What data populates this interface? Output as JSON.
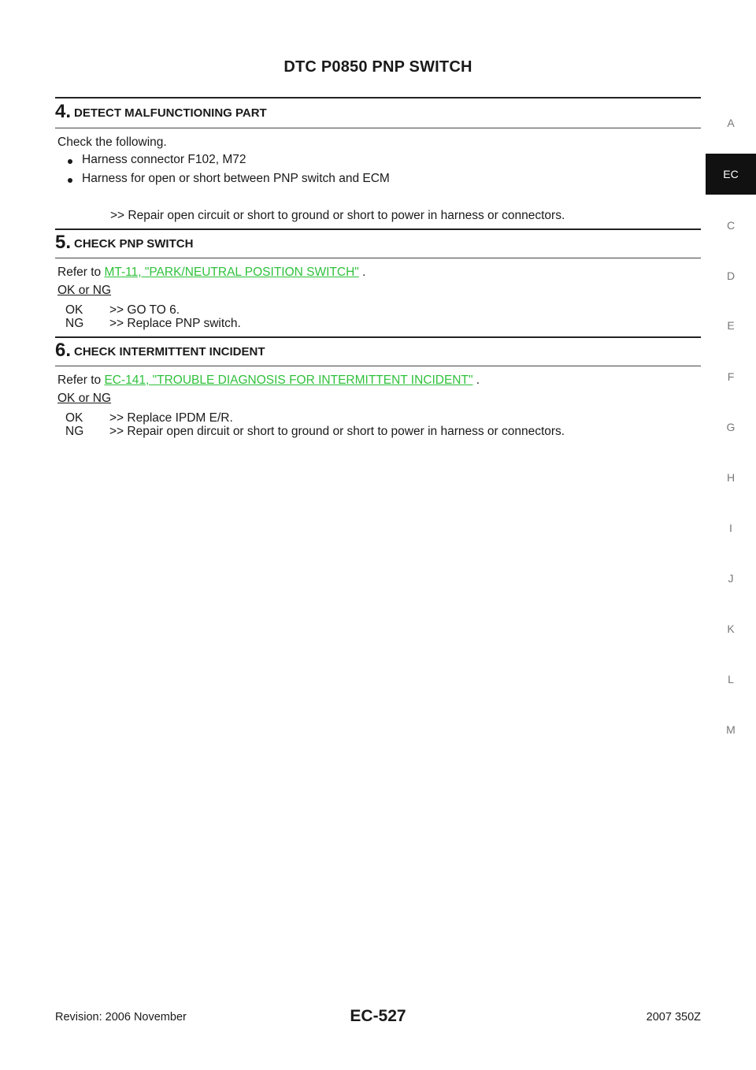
{
  "header": {
    "title": "DTC P0850 PNP SWITCH"
  },
  "steps": [
    {
      "num": "4.",
      "title": "DETECT MALFUNCTIONING PART",
      "intro": "Check the following.",
      "bullets": [
        "Harness connector F102, M72",
        "Harness for open or short between PNP switch and ECM"
      ],
      "result": ">> Repair open circuit or short to ground or short to power in harness or connectors."
    },
    {
      "num": "5.",
      "title": "CHECK PNP SWITCH",
      "refer_prefix": "Refer to ",
      "refer_link": "MT-11, \"PARK/NEUTRAL POSITION SWITCH\"",
      "refer_suffix": " .",
      "okng_label": "OK or NG",
      "ok_key": "OK",
      "ok_value": ">> GO TO 6.",
      "ng_key": "NG",
      "ng_value": ">> Replace PNP switch."
    },
    {
      "num": "6.",
      "title": "CHECK INTERMITTENT INCIDENT",
      "refer_prefix": "Refer to ",
      "refer_link": "EC-141, \"TROUBLE DIAGNOSIS FOR INTERMITTENT INCIDENT\"",
      "refer_suffix": " .",
      "okng_label": "OK or NG",
      "ok_key": "OK",
      "ok_value": ">> Replace IPDM E/R.",
      "ng_key": "NG",
      "ng_value": ">> Repair open dircuit or short to ground or short to power in harness or connectors."
    }
  ],
  "side_index": [
    "A",
    "EC",
    "C",
    "D",
    "E",
    "F",
    "G",
    "H",
    "I",
    "J",
    "K",
    "L",
    "M"
  ],
  "side_index_active": "EC",
  "footer": {
    "revision": "Revision: 2006 November",
    "page_number": "EC-527",
    "model": "2007 350Z"
  }
}
